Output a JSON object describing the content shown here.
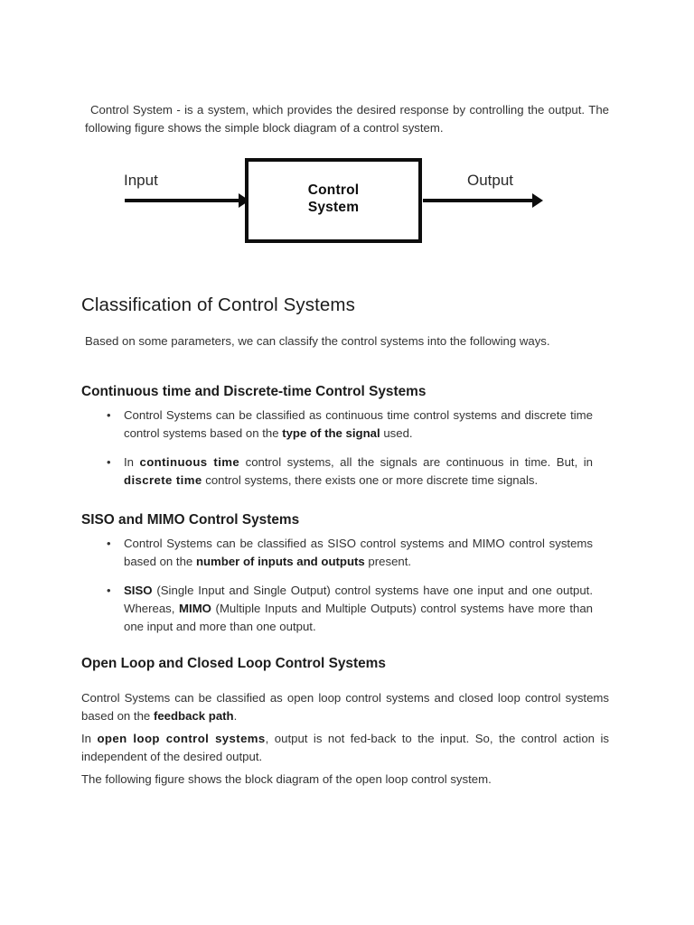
{
  "document": {
    "intro": {
      "text": "Control System - is a system, which provides the desired response by controlling the output. The following figure shows the simple block diagram of a control system."
    },
    "diagram": {
      "input_label": "Input",
      "output_label": "Output",
      "box_label_line1": "Control",
      "box_label_line2": "System"
    },
    "h1": "Classification of Control Systems",
    "p_based": "Based on some parameters, we can classify the control systems into the following ways.",
    "sections": [
      {
        "heading": "Continuous time and Discrete-time Control Systems",
        "bullets": [
          {
            "part1": "Control Systems can be classified as continuous time control systems and discrete time control systems based on the ",
            "bold1": "type of the signal",
            "part2": " used."
          },
          {
            "part1": "In ",
            "bold1": "continuous time",
            "part2": " control systems, all the signals are continuous in time. But, in ",
            "bold2": "discrete time",
            "part3": " control systems, there exists one or more discrete time signals."
          }
        ]
      },
      {
        "heading": "SISO and MIMO Control Systems",
        "bullets": [
          {
            "part1": "Control Systems can be classified as SISO control systems and MIMO control systems based on the ",
            "bold1": "number of inputs and outputs",
            "part2": " present."
          },
          {
            "bold1": "SISO",
            "part1": " (Single Input and Single Output) control systems have one input and one output. Whereas, ",
            "bold2": "MIMO",
            "part2": " (Multiple Inputs and Multiple Outputs) control systems have more than one input and more than one output."
          }
        ]
      },
      {
        "heading": "Open Loop and Closed Loop Control Systems",
        "paragraphs": [
          {
            "part1": "Control Systems can be classified as open loop control systems and closed loop control systems based on the ",
            "bold1": "feedback path",
            "part2": "."
          },
          {
            "part1": "In ",
            "bold1": "open loop control systems",
            "part2": ", output is not fed-back to the input. So, the control action is independent of the desired output."
          },
          {
            "part1": "The following figure shows the block diagram of the open loop control system."
          }
        ]
      }
    ]
  }
}
